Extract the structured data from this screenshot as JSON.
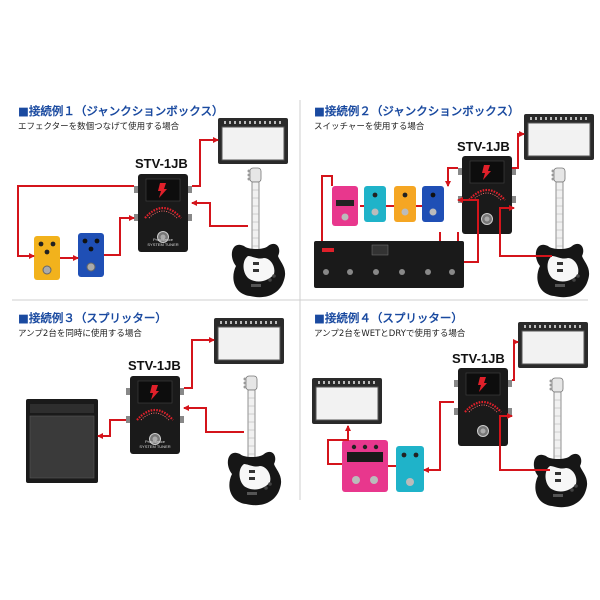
{
  "panels": [
    {
      "title": "■接続例１（ジャンクションボックス）",
      "subtitle": "エフェクターを数個つなげて使用する場合",
      "device": "STV-1JB"
    },
    {
      "title": "■接続例２（ジャンクションボックス）",
      "subtitle": "スイッチャーを使用する場合",
      "device": "STV-1JB"
    },
    {
      "title": "■接続例３（スプリッター）",
      "subtitle": "アンプ2台を同時に使用する場合",
      "device": "STV-1JB"
    },
    {
      "title": "■接続例４（スプリッター）",
      "subtitle": "アンプ2台をWETとDRYで使用する場合",
      "device": "STV-1JB"
    }
  ],
  "tuner_text": {
    "brand": "Providence",
    "model": "SYSTEM TUNER"
  },
  "colors": {
    "wire": "#d4141b",
    "title": "#1a4aa0",
    "pedal_yellow": "#f2b21c",
    "pedal_blue": "#1f4fb5",
    "pedal_pink": "#e8378d",
    "pedal_cyan": "#1fb3c9",
    "pedal_orange": "#f5a623"
  }
}
